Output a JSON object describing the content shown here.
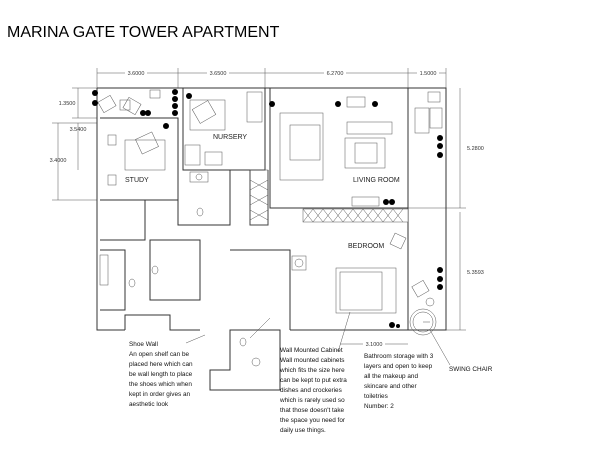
{
  "title": "MARINA GATE TOWER APARTMENT",
  "dimensions": {
    "top": [
      "3.6000",
      "3.6500",
      "6.2700",
      "1.5000"
    ],
    "left": [
      "1.3500",
      "3.5400",
      "3.4000"
    ],
    "right": [
      "5.2800",
      "5.3593"
    ],
    "bottom": "3.1000"
  },
  "rooms": {
    "nursery": "NURSERY",
    "study": "STUDY",
    "living_room": "LIVING ROOM",
    "bedroom": "BEDROOM"
  },
  "annotations": {
    "shoe_wall": [
      "Shoe Wall",
      "An open shelf can be",
      "placed here which can",
      "be wall length to place",
      "the shoes which when",
      "kept in order gives an",
      "aesthetic look"
    ],
    "cabinet": [
      "Wall Mounted Cabinet",
      "Wall mounted cabinets",
      "which fits the size here",
      "can be kept to put extra",
      "dishes and crockeries",
      "which is rarely used so",
      "that those doesn't take",
      "the space you need for",
      "daily use things."
    ],
    "bathroom": [
      "Bathroom storage with 3",
      "layers and open to keep",
      "all the makeup and",
      "skincare and other",
      "toiletries",
      "Number: 2"
    ],
    "swing_chair": "SWING CHAIR"
  }
}
